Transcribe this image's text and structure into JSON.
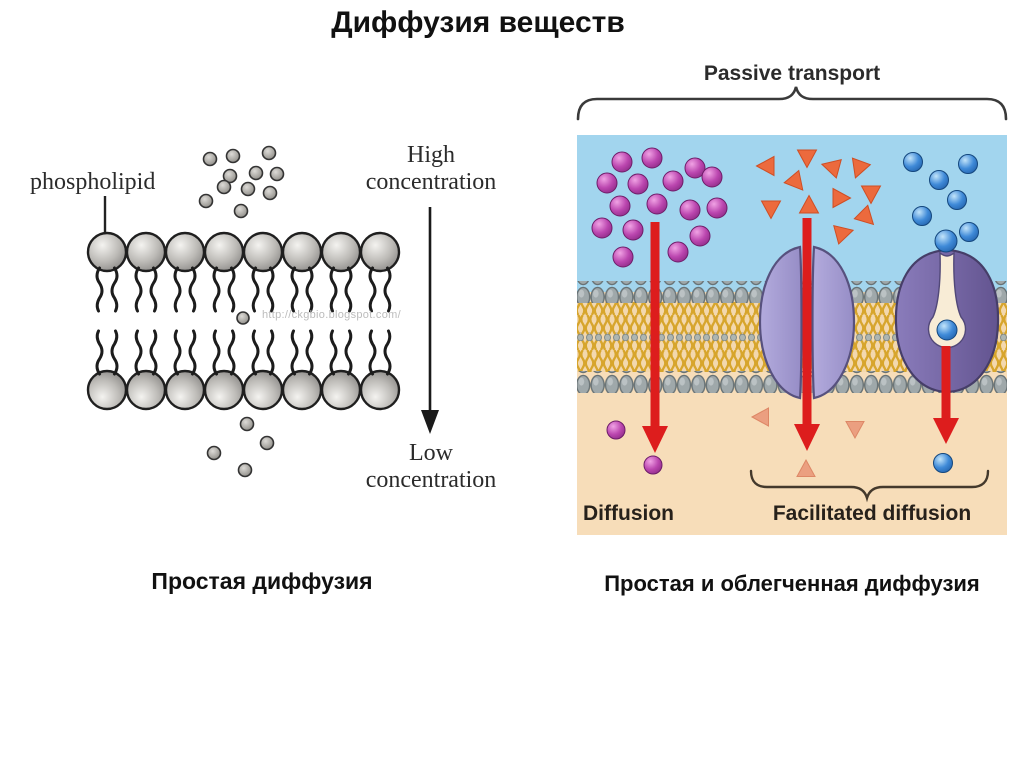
{
  "title": "Диффузия веществ",
  "left_figure": {
    "caption": "Простая диффузия",
    "phospholipid_label": "phospholipid",
    "high_concentration_line1": "High",
    "high_concentration_line2": "concentration",
    "low_concentration_line1": "Low",
    "low_concentration_line2": "concentration",
    "watermark": "http://ckgbio.blogspot.com/"
  },
  "right_figure": {
    "caption": "Простая и облегченная диффузия",
    "passive_transport_label": "Passive transport",
    "diffusion_label": "Diffusion",
    "facilitated_diffusion_label": "Facilitated diffusion",
    "colors": {
      "extracellular_background": "#a2d5ee",
      "cytoplasm_background": "#f7ddb9",
      "membrane_head_gray": "#9fa8aa",
      "membrane_tail_gold": "#d7a52c",
      "channel_protein_purple": "#a9a1d3",
      "carrier_protein_purple": "#7e70b0",
      "red_arrow": "#dd1d1d",
      "purple_solute": "#b844ac",
      "blue_solute": "#3b87d4",
      "orange_solute": "#ec6a3d"
    }
  }
}
